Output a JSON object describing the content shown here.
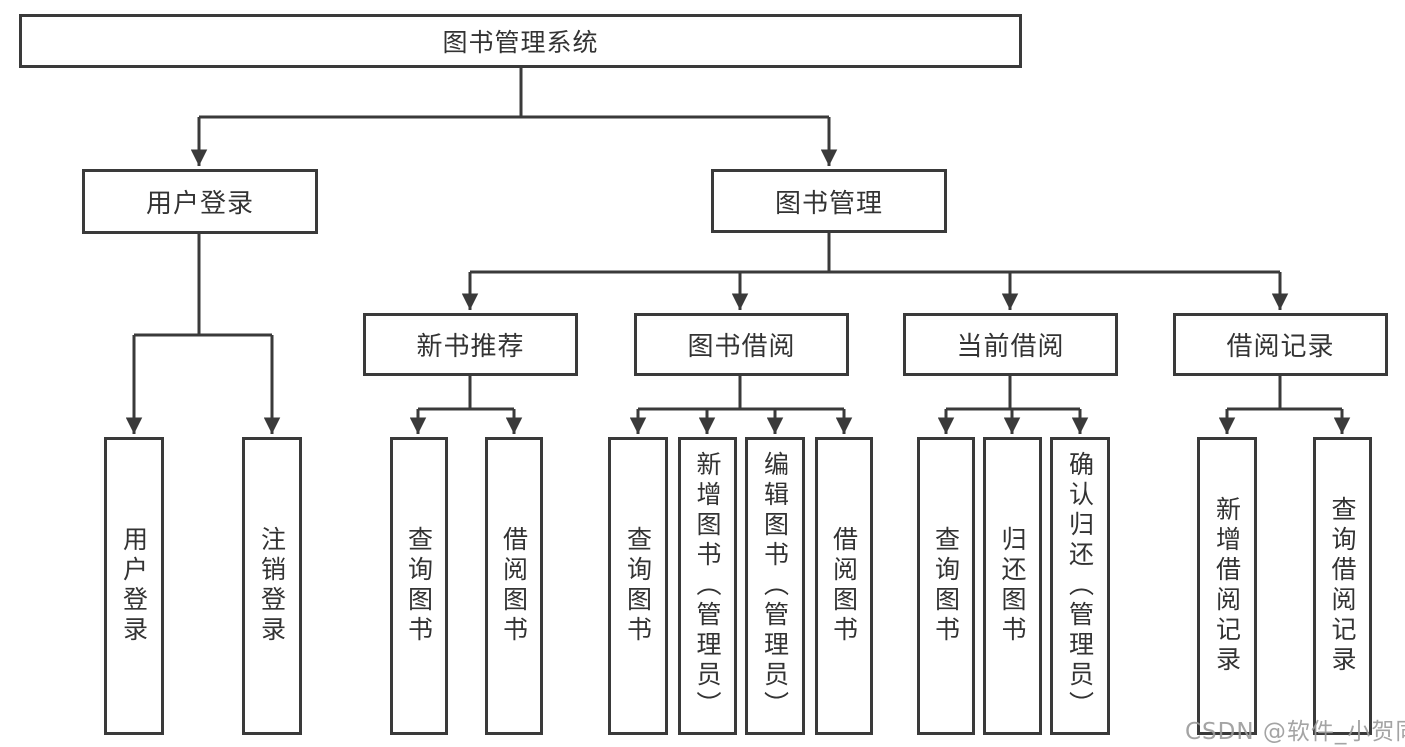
{
  "diagram": {
    "type": "tree",
    "root": {
      "label": "图书管理系统"
    },
    "level2": [
      {
        "label": "用户登录"
      },
      {
        "label": "图书管理"
      }
    ],
    "level3": [
      {
        "label": "新书推荐",
        "parent": "图书管理"
      },
      {
        "label": "图书借阅",
        "parent": "图书管理"
      },
      {
        "label": "当前借阅",
        "parent": "图书管理"
      },
      {
        "label": "借阅记录",
        "parent": "图书管理"
      }
    ],
    "leaves": [
      {
        "label": "用户登录",
        "parent": "用户登录"
      },
      {
        "label": "注销登录",
        "parent": "用户登录"
      },
      {
        "label": "查询图书",
        "parent": "新书推荐"
      },
      {
        "label": "借阅图书",
        "parent": "新书推荐"
      },
      {
        "label": "查询图书",
        "parent": "图书借阅"
      },
      {
        "label": "新增图书（管理员）",
        "parent": "图书借阅"
      },
      {
        "label": "编辑图书（管理员）",
        "parent": "图书借阅"
      },
      {
        "label": "借阅图书",
        "parent": "图书借阅"
      },
      {
        "label": "查询图书",
        "parent": "当前借阅"
      },
      {
        "label": "归还图书",
        "parent": "当前借阅"
      },
      {
        "label": "确认归还（管理员）",
        "parent": "当前借阅"
      },
      {
        "label": "新增借阅记录",
        "parent": "借阅记录"
      },
      {
        "label": "查询借阅记录",
        "parent": "借阅记录"
      }
    ]
  },
  "watermark": {
    "text": "CSDN @软件_小贺同学",
    "color": "#9a9a9a"
  },
  "colors": {
    "line": "#3a3a3a",
    "text": "#333333",
    "box_background": "#ffffff",
    "page_background": "#ffffff"
  }
}
